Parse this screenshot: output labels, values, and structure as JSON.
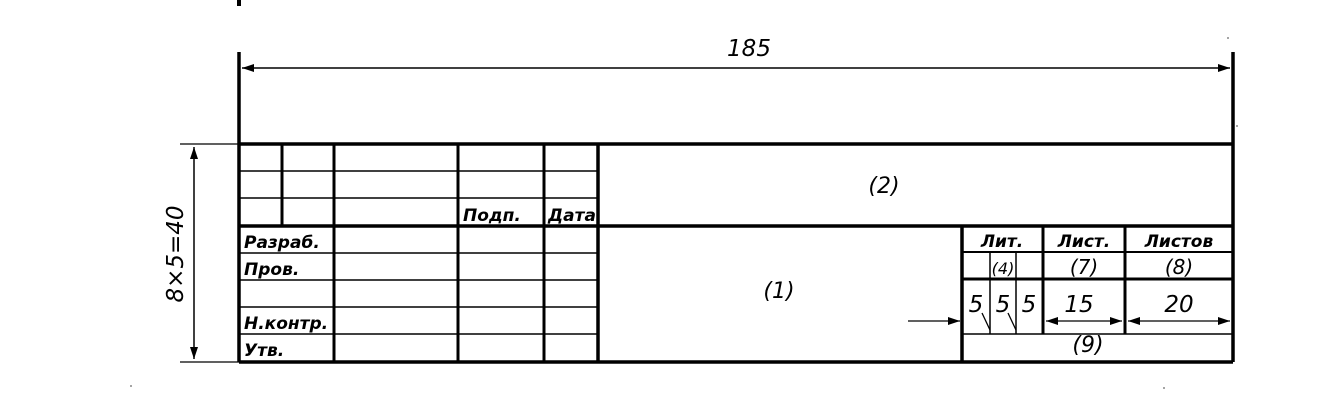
{
  "dimensions": {
    "total_width": "185",
    "total_height": "8×5=40",
    "lit_cell_1": "5",
    "lit_cell_2": "5",
    "lit_cell_3": "5",
    "list_width": "15",
    "listov_width": "20"
  },
  "zones": {
    "zone_1": "(1)",
    "zone_2": "(2)",
    "zone_4": "(4)",
    "zone_7": "(7)",
    "zone_8": "(8)",
    "zone_9": "(9)"
  },
  "headers": {
    "signature": "Подп.",
    "date": "Дата",
    "lit": "Лит.",
    "sheet": "Лист.",
    "sheets": "Листов"
  },
  "rows": {
    "developed": "Разраб.",
    "checked": "Пров.",
    "norm_control": "Н.контр.",
    "approved": "Утв."
  }
}
